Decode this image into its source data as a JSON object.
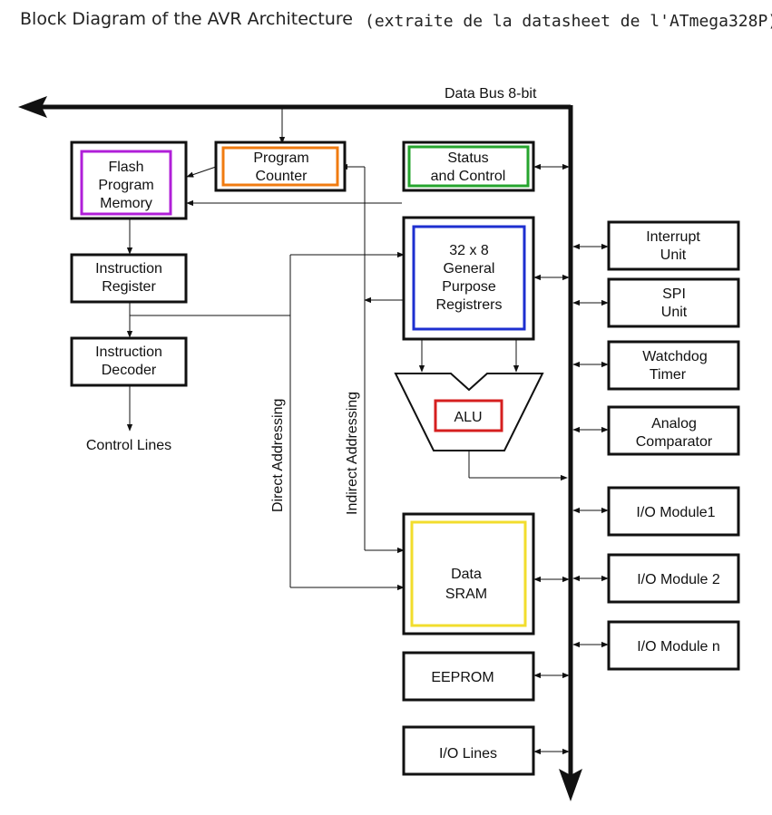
{
  "title": "Block Diagram of the AVR Architecture",
  "subtitle": "(extraite de la datasheet de l'ATmega328P)",
  "bus": {
    "label": "Data Bus 8-bit"
  },
  "blocks": {
    "program_counter": [
      "Program",
      "Counter"
    ],
    "flash": [
      "Flash",
      "Program",
      "Memory"
    ],
    "status": [
      "Status",
      "and Control"
    ],
    "instruction_register": [
      "Instruction",
      "Register"
    ],
    "registers": [
      "32 x 8",
      "General",
      "Purpose",
      "Registrers"
    ],
    "instruction_decoder": [
      "Instruction",
      "Decoder"
    ],
    "alu": "ALU",
    "data_sram": [
      "Data",
      "SRAM"
    ],
    "eeprom": "EEPROM",
    "io_lines": "I/O Lines",
    "interrupt": [
      "Interrupt",
      "Unit"
    ],
    "spi": [
      "SPI",
      "Unit"
    ],
    "watchdog": [
      "Watchdog",
      "Timer"
    ],
    "analog": [
      "Analog",
      "Comparator"
    ],
    "io1": "I/O Module1",
    "io2": "I/O Module 2",
    "ion": "I/O Module n"
  },
  "labels": {
    "control_lines": "Control Lines",
    "direct_addressing": "Direct Addressing",
    "indirect_addressing": "Indirect Addressing"
  },
  "colors": {
    "program_counter": "#f07b10",
    "flash": "#b01fd8",
    "status": "#26a52e",
    "registers": "#1d2fd0",
    "alu": "#d51f1f",
    "data_sram": "#f2dd2d"
  }
}
